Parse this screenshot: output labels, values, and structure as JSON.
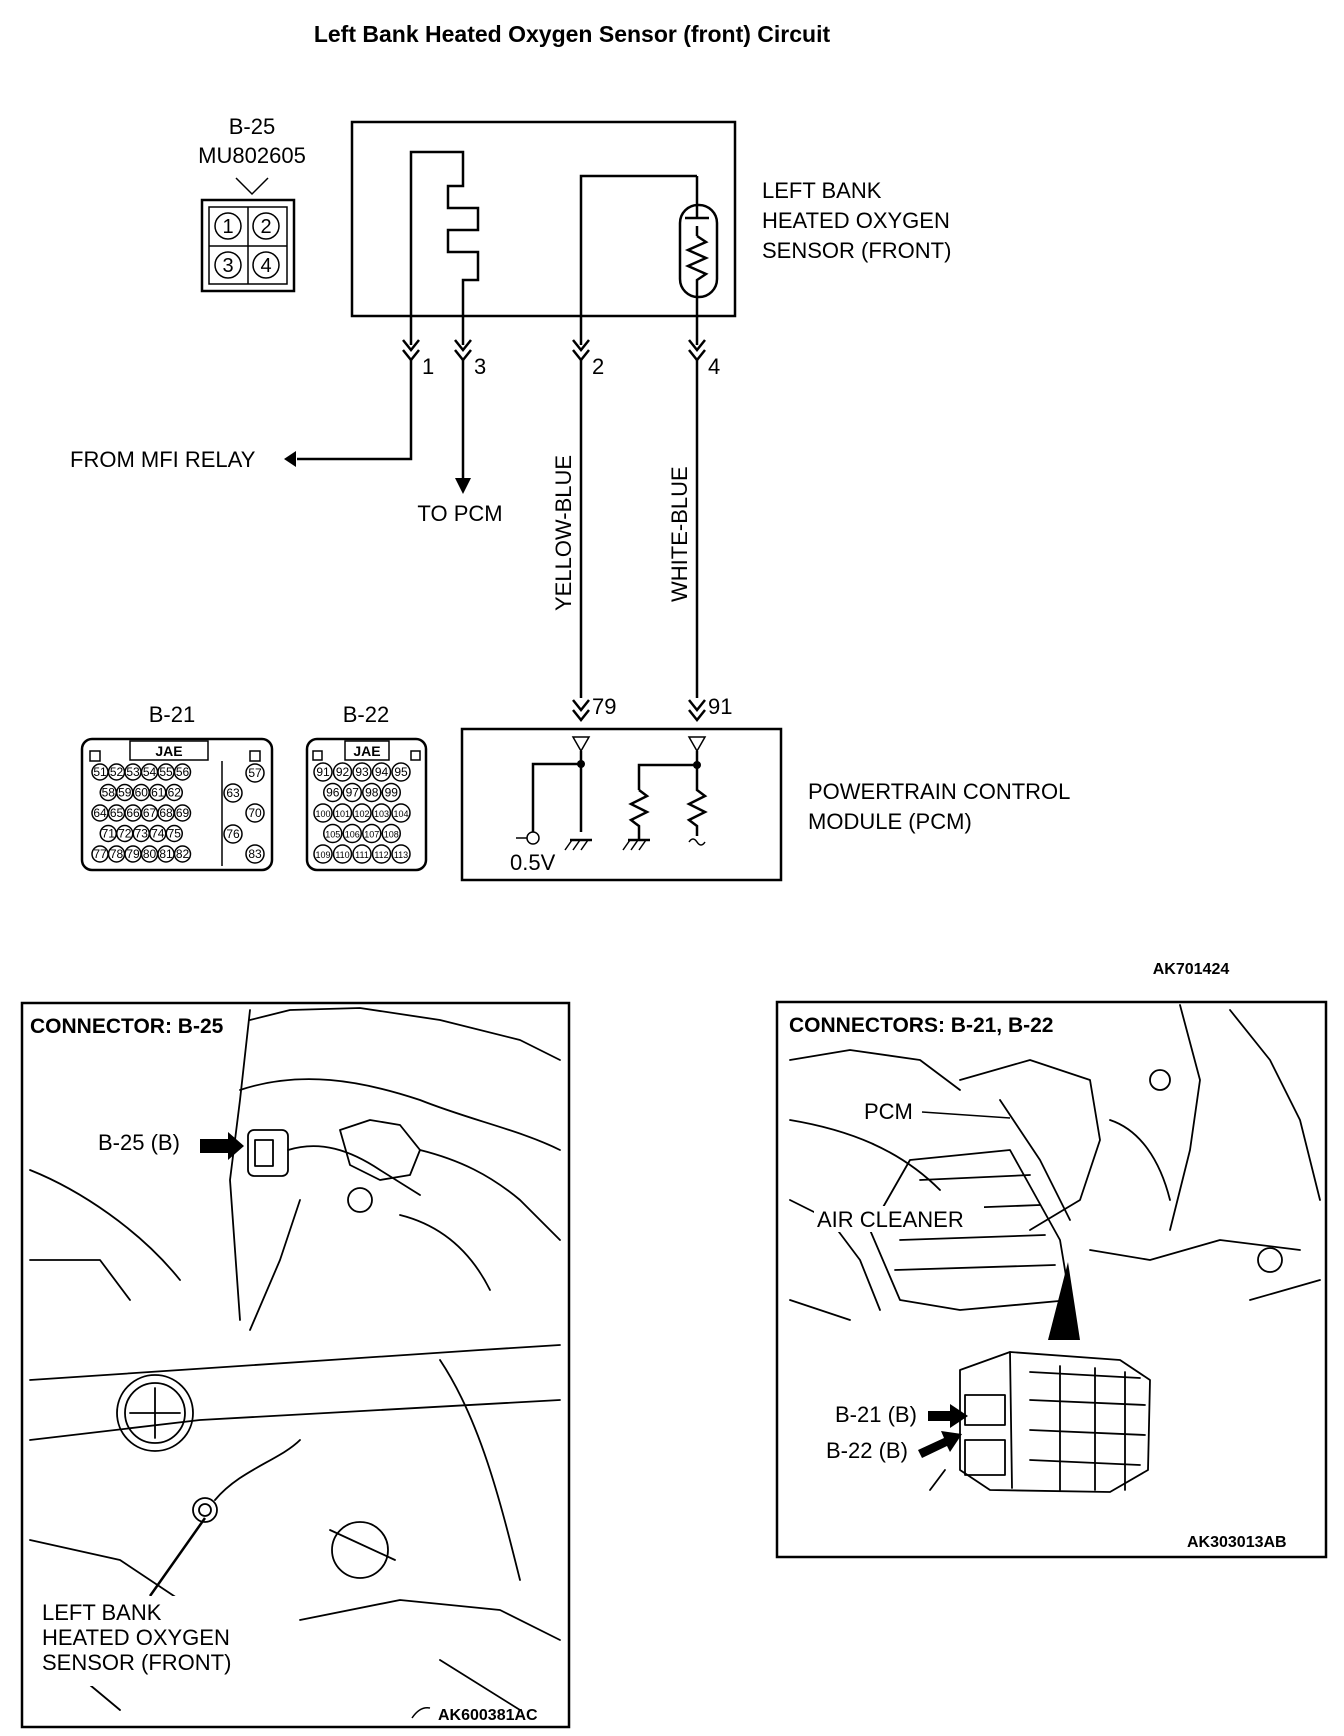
{
  "title": "Left Bank Heated Oxygen Sensor (front) Circuit",
  "sensor_connector": {
    "id": "B-25",
    "part_number": "MU802605",
    "pins": [
      "1",
      "2",
      "3",
      "4"
    ]
  },
  "sensor": {
    "label_lines": [
      "LEFT BANK",
      "HEATED OXYGEN",
      "SENSOR (FRONT)"
    ]
  },
  "wires": {
    "pin1": "1",
    "pin3": "3",
    "pin2": "2",
    "pin4": "4",
    "from_relay": "FROM MFI RELAY",
    "to_pcm": "TO PCM",
    "color_pin2": "YELLOW-BLUE",
    "color_pin4": "WHITE-BLUE",
    "pcm_pin_a": "79",
    "pcm_pin_b": "91"
  },
  "pcm": {
    "label_lines": [
      "POWERTRAIN CONTROL",
      "MODULE (PCM)"
    ],
    "voltage": "0.5V"
  },
  "connector_b21": {
    "id": "B-21",
    "brand": "JAE",
    "rows": [
      [
        "51",
        "52",
        "53",
        "54",
        "55",
        "56"
      ],
      [
        "58",
        "59",
        "60",
        "61",
        "62"
      ],
      [
        "64",
        "65",
        "66",
        "67",
        "68",
        "69"
      ],
      [
        "71",
        "72",
        "73",
        "74",
        "75"
      ],
      [
        "77",
        "78",
        "79",
        "80",
        "81",
        "82"
      ]
    ],
    "side_pins": [
      "57",
      "63",
      "70",
      "76",
      "83"
    ]
  },
  "connector_b22": {
    "id": "B-22",
    "brand": "JAE",
    "rows": [
      [
        "91",
        "92",
        "93",
        "94",
        "95"
      ],
      [
        "96",
        "97",
        "98",
        "99"
      ],
      [
        "100",
        "101",
        "102",
        "103",
        "104"
      ],
      [
        "105",
        "106",
        "107",
        "108"
      ],
      [
        "109",
        "110",
        "111",
        "112",
        "113"
      ]
    ]
  },
  "figure_code_top": "AK701424",
  "panel_left": {
    "heading": "CONNECTOR: B-25",
    "callout": "B-25 (B)",
    "bottom_label_lines": [
      "LEFT BANK",
      "HEATED OXYGEN",
      "SENSOR (FRONT)"
    ],
    "figure_code": "AK600381AC"
  },
  "panel_right": {
    "heading": "CONNECTORS: B-21, B-22",
    "pcm_label": "PCM",
    "air_cleaner_label": "AIR CLEANER",
    "callout_b21": "B-21 (B)",
    "callout_b22": "B-22 (B)",
    "figure_code": "AK303013AB"
  }
}
